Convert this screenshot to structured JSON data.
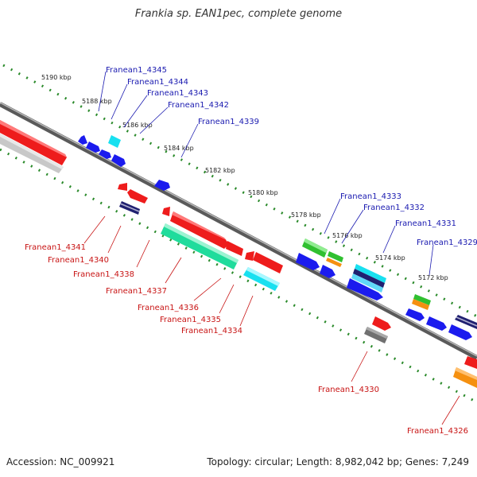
{
  "title": "Frankia sp. EAN1pec, complete genome",
  "accession": "Accession: NC_009921",
  "info": "Topology: circular; Length: 8,982,042 bp; Genes: 7,249",
  "colors": {
    "red": "#ee1c1c",
    "blue": "#1b1bee",
    "cyan": "#18e0f0",
    "green": "#30c030",
    "orange": "#f59010",
    "teal": "#20dc9c",
    "navy": "#202070",
    "gray": "#707070",
    "lightgray": "#c8c8c8",
    "dotgreen": "#2a8a2a",
    "label_plus": "#1a1ab0",
    "label_minus": "#c81414"
  },
  "scale_labels": [
    "5190 kbp",
    "5188 kbp",
    "5186 kbp",
    "5184 kbp",
    "5182 kbp",
    "5180 kbp",
    "5178 kbp",
    "5176 kbp",
    "5174 kbp",
    "5172 kbp"
  ],
  "plus_labels": [
    "Franean1_4345",
    "Franean1_4344",
    "Franean1_4343",
    "Franean1_4342",
    "Franean1_4339",
    "Franean1_4333",
    "Franean1_4332",
    "Franean1_4331",
    "Franean1_4329"
  ],
  "minus_labels": [
    "Franean1_4341",
    "Franean1_4340",
    "Franean1_4338",
    "Franean1_4337",
    "Franean1_4336",
    "Franean1_4335",
    "Franean1_4334",
    "Franean1_4330",
    "Franean1_4326"
  ]
}
